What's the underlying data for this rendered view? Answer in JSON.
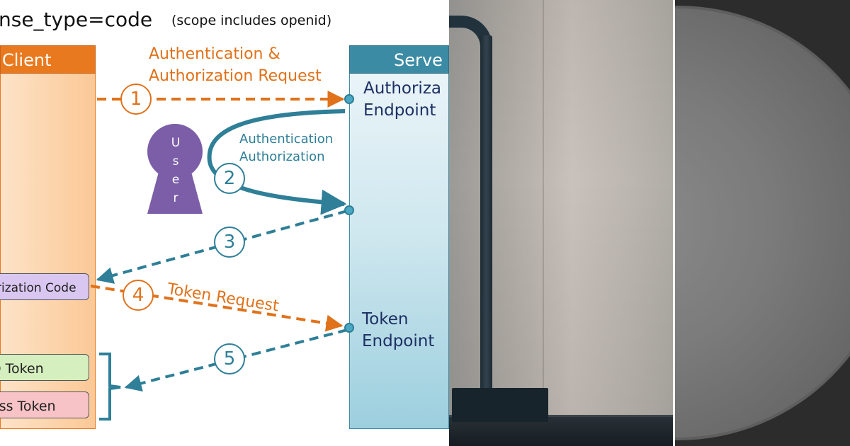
{
  "diagram": {
    "title": "nse_type=code",
    "title_note": "(scope includes openid)",
    "client": {
      "label": "Client"
    },
    "server": {
      "label": "Serve"
    },
    "flows": {
      "request_label_1": "Authentication &",
      "request_label_2": "Authorization Request",
      "auth_label_1": "Authentication",
      "auth_label_2": "Authorization",
      "token_request_label": "Token Request"
    },
    "endpoints": {
      "authorization_1": "Authoriza",
      "authorization_2": "Endpoint",
      "token_1": "Token",
      "token_2": "Endpoint"
    },
    "user_letters": [
      "U",
      "s",
      "e",
      "r"
    ],
    "steps": [
      "1",
      "2",
      "3",
      "4",
      "5"
    ],
    "tokens": {
      "authorization_code": "rization Code",
      "id_token": "D Token",
      "access_token": "ess Token"
    },
    "colors": {
      "client": "#e9791f",
      "server": "#3c8ba5",
      "orange_arrow": "#e0721b",
      "teal_arrow": "#2e7f97",
      "user": "#7b5ea7"
    }
  },
  "photo": {
    "subject": "desk-lamp"
  },
  "circle_panel": {
    "shape": "grey-disc"
  }
}
